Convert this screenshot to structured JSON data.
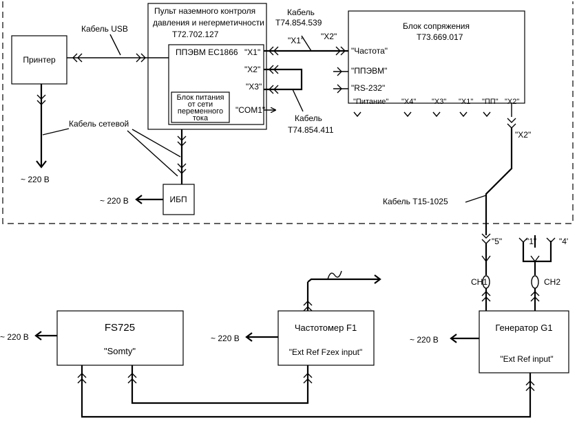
{
  "console": {
    "title1": "Пульт наземного контроля",
    "title2": "давления и негерметичности",
    "code": "Т72.702.127"
  },
  "ppevm": {
    "label": "ППЭВМ ЕС1866",
    "x1": "\"X1\"",
    "x2": "\"X2\"",
    "x3": "\"X3\"",
    "com1": "\"COM1\""
  },
  "psu": {
    "l1": "Блок питания",
    "l2": "от сети",
    "l3": "переменного",
    "l4": "тока"
  },
  "printer": {
    "label": "Принтер"
  },
  "ups": {
    "label": "ИБП"
  },
  "interface": {
    "title": "Блок сопряжения",
    "code": "Т73.669.017",
    "in_freq": "\"Частота\"",
    "in_ppevm": "\"ППЭВМ\"",
    "in_rs": "\"RS-232\"",
    "out_power": "\"Питание\"",
    "out_x4": "\"X4\"",
    "out_x3": "\"X3\"",
    "out_x1": "\"X1\"",
    "out_pp": "\"ПП\"",
    "out_x2": "\"X2\""
  },
  "cables": {
    "usb": "Кабель USB",
    "c539_l1": "Кабель",
    "c539_l2": "Т74.854.539",
    "c539_x1": "\"X1\"",
    "c539_x2": "\"X2\"",
    "c411_l1": "Кабель",
    "c411_l2": "Т74.854.411",
    "mains": "Кабель сетевой",
    "t15": "Кабель Т15-1025",
    "t15_x2": "\"X2\"",
    "t15_5": "\"5\"",
    "t15_1": "\"1\"",
    "t15_4": "\"4'"
  },
  "mains": {
    "printer": "~ 220 В",
    "ups": "~ 220 В",
    "fs725": "~ 220 В",
    "counter": "~ 220 В",
    "generator": "~ 220 В"
  },
  "fs725": {
    "title": "FS725",
    "sub": "\"Somty\""
  },
  "counter": {
    "title": "Частотомер F1",
    "sub": "\"Ext Ref  Fzex input\""
  },
  "generator": {
    "title": "Генератор G1",
    "sub": "\"Ext Ref input\"",
    "ch1": "CH1",
    "ch2": "CH2"
  }
}
